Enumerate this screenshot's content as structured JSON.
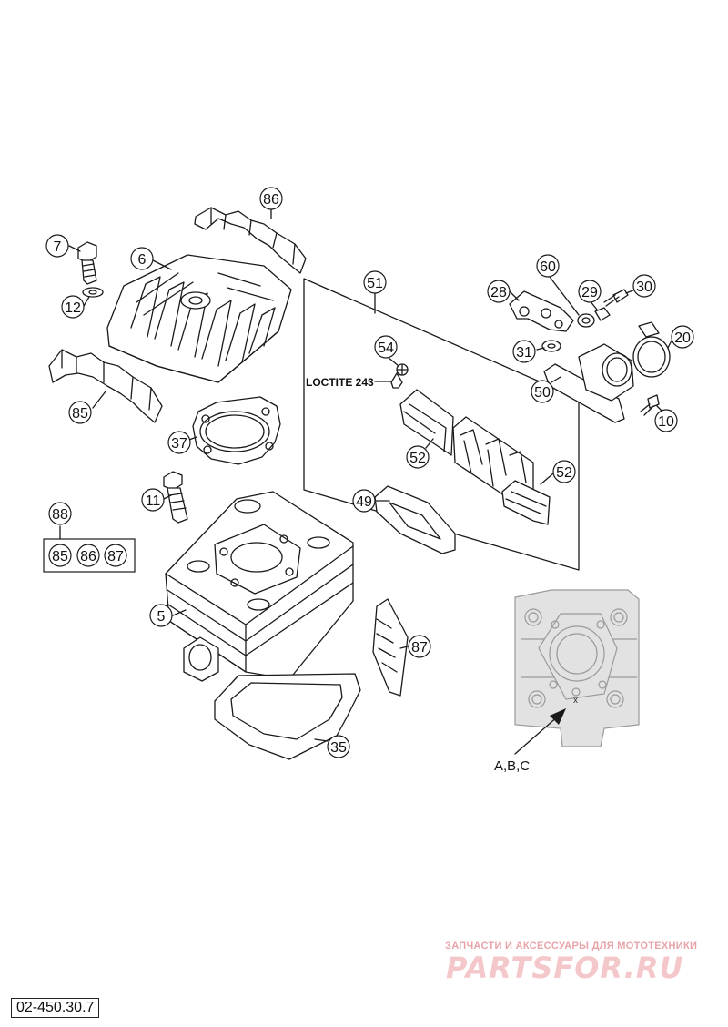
{
  "callouts": {
    "c86a": "86",
    "c7": "7",
    "c6": "6",
    "c12": "12",
    "c85a": "85",
    "c37": "37",
    "c51": "51",
    "c28": "28",
    "c60": "60",
    "c29": "29",
    "c30": "30",
    "c20": "20",
    "c31": "31",
    "c50": "50",
    "c10": "10",
    "c54": "54",
    "c52a": "52",
    "c52b": "52",
    "c49": "49",
    "c11": "11",
    "c88": "88",
    "c85b": "85",
    "c86b": "86",
    "c87a": "87",
    "c5": "5",
    "c87b": "87",
    "c35": "35"
  },
  "notes": {
    "loctite": "LOCTITE 243",
    "marking": "A,B,C",
    "x_mark": "x"
  },
  "doc_number": "02-450.30.7",
  "watermark": {
    "tagline": "ЗАПЧАСТИ И АКСЕССУАРЫ ДЛЯ МОТОТЕХНИКИ",
    "brand": "PARTSFOR.RU"
  },
  "colors": {
    "line": "#1a1a1a",
    "ghost": "#9a9a9a",
    "watermark": "#f4c8cb"
  }
}
